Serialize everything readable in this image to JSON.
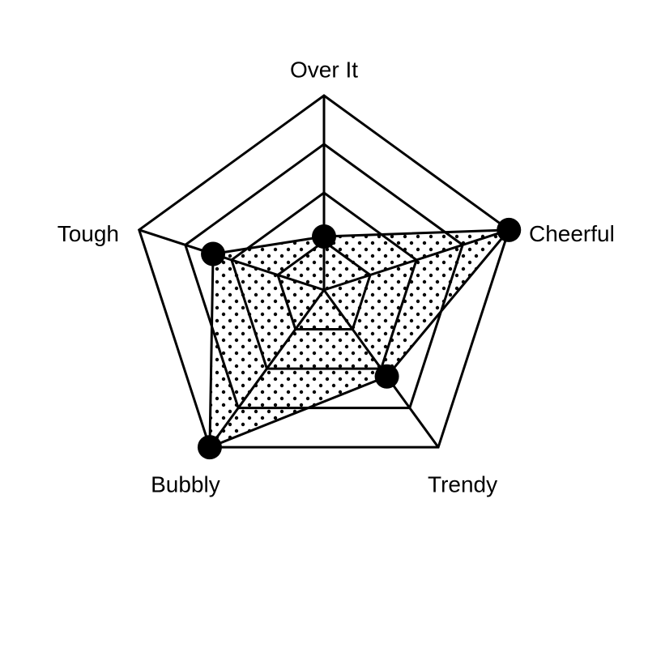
{
  "chart_data": {
    "type": "radar",
    "categories": [
      "Over It",
      "Cheerful",
      "Trendy",
      "Bubbly",
      "Tough"
    ],
    "series": [
      {
        "values": [
          1.1,
          4.0,
          2.2,
          4.0,
          2.4
        ]
      }
    ],
    "rlim": [
      0,
      4
    ],
    "rings": [
      1,
      2,
      3,
      4
    ],
    "grid": true,
    "legend": "none",
    "colors": {
      "line": "#000000",
      "marker": "#000000",
      "fill_pattern": "dots",
      "background": "#ffffff"
    }
  }
}
